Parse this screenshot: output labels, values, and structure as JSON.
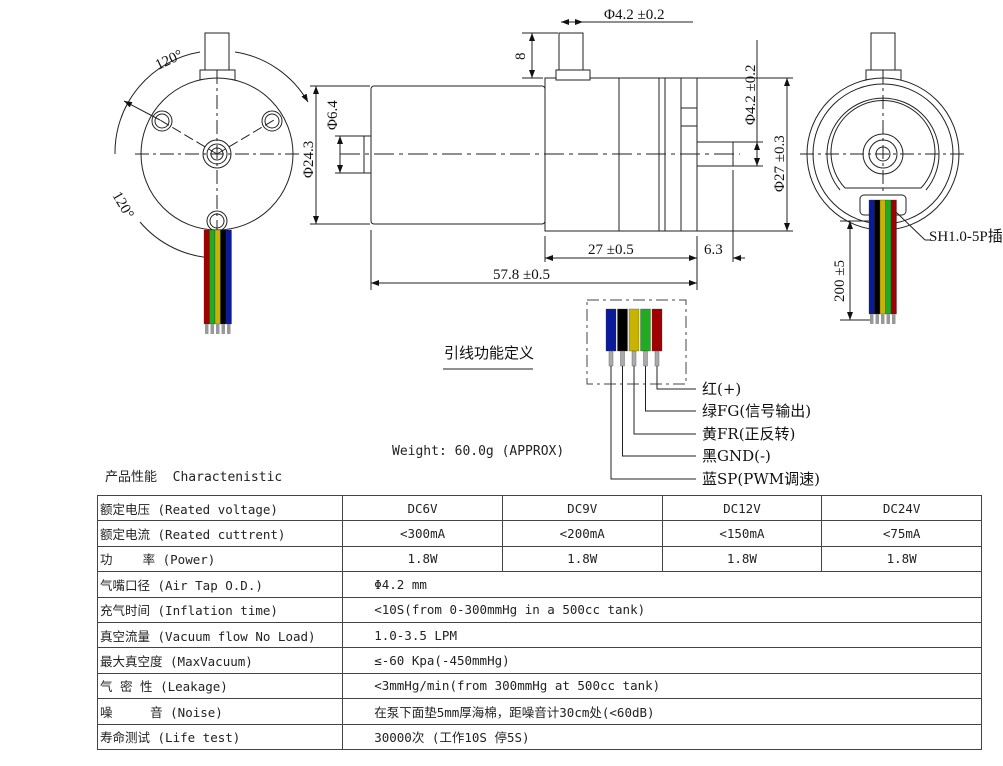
{
  "drawing": {
    "front_view": {
      "angle_labels": [
        "120°",
        "120°"
      ],
      "wire_colors": [
        "#a00000",
        "#22aa22",
        "#c8b400",
        "#000000",
        "#0a1a9a"
      ]
    },
    "side_view": {
      "dims": {
        "inlet_diameter": "Φ4.2 ±0.2",
        "inlet_height": "8",
        "motor_diameter": "Φ24.3",
        "shaft_diameter": "Φ6.4",
        "outlet_diameter": "Φ4.2 ±0.2",
        "pump_diameter": "Φ27 ±0.3",
        "pump_length": "27 ±0.5",
        "outlet_length": "6.3",
        "total_length": "57.8 ±0.5"
      }
    },
    "rear_view": {
      "connector_label": "SH1.0-5P插",
      "lead_length": "200 ±5",
      "wire_colors": [
        "#0a1a9a",
        "#000000",
        "#c8b400",
        "#22aa22",
        "#a00000"
      ]
    }
  },
  "wire_definition": {
    "title": "引线功能定义",
    "wires": [
      {
        "color": "#0a1a9a",
        "label": "蓝SP(PWM调速)"
      },
      {
        "color": "#000000",
        "label": "黑GND(-)"
      },
      {
        "color": "#c8b400",
        "label": "黄FR(正反转)"
      },
      {
        "color": "#22aa22",
        "label": "绿FG(信号输出)"
      },
      {
        "color": "#a00000",
        "label": "红(+)"
      }
    ]
  },
  "weight": "Weight: 60.0g (APPROX)",
  "spec_title": "产品性能  Charactenistic",
  "spec_table": {
    "multi_rows": [
      {
        "name": "额定电压 (Reated voltage)",
        "values": [
          "DC6V",
          "DC9V",
          "DC12V",
          "DC24V"
        ]
      },
      {
        "name": "额定电流 (Reated cuttrent)",
        "values": [
          "<300mA",
          "<200mA",
          "<150mA",
          "<75mA"
        ]
      },
      {
        "name": "功    率 (Power)",
        "values": [
          "1.8W",
          "1.8W",
          "1.8W",
          "1.8W"
        ]
      }
    ],
    "wide_rows": [
      {
        "name": "气嘴口径 (Air Tap O.D.)",
        "value": "Φ4.2 mm"
      },
      {
        "name": "充气时间 (Inflation time)",
        "value": "<10S(from 0-300mmHg in a 500cc tank)"
      },
      {
        "name": "真空流量 (Vacuum flow No Load)",
        "value": "1.0-3.5 LPM"
      },
      {
        "name": "最大真空度 (MaxVacuum)",
        "value": "≤-60 Kpa(-450mmHg)"
      },
      {
        "name": "气 密 性 (Leakage)",
        "value": "<3mmHg/min(from 300mmHg at 500cc tank)"
      },
      {
        "name": "噪     音 (Noise)",
        "value": "在泵下面垫5mm厚海棉，距噪音计30cm处(<60dB)"
      },
      {
        "name": "寿命测试 (Life test)",
        "value": "30000次 (工作10S 停5S)"
      }
    ]
  }
}
